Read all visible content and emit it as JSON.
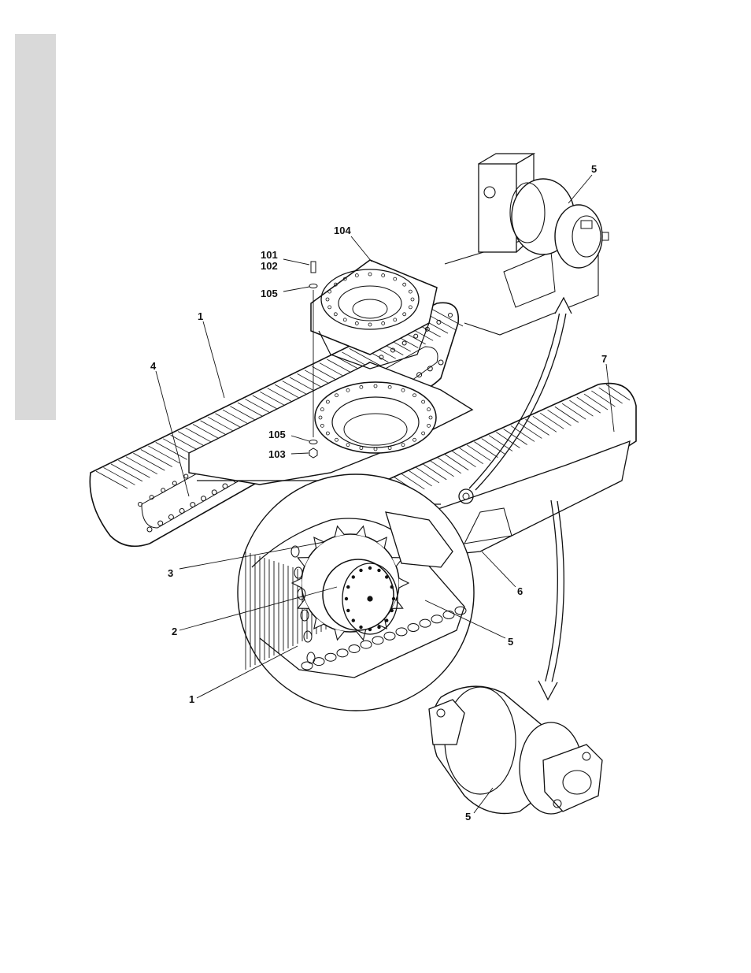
{
  "page": {
    "background": "#ffffff",
    "side_tab_color": "#d9d9d9",
    "line_color": "#111111"
  },
  "callouts": {
    "c5_top": "5",
    "c104": "104",
    "c101_102": "101\n102",
    "c105_top": "105",
    "c1_left": "1",
    "c4": "4",
    "c7": "7",
    "c105_mid": "105",
    "c103": "103",
    "c3": "3",
    "c6": "6",
    "c2": "2",
    "c5_mid": "5",
    "c1_bottom": "1",
    "c5_bottom": "5"
  }
}
